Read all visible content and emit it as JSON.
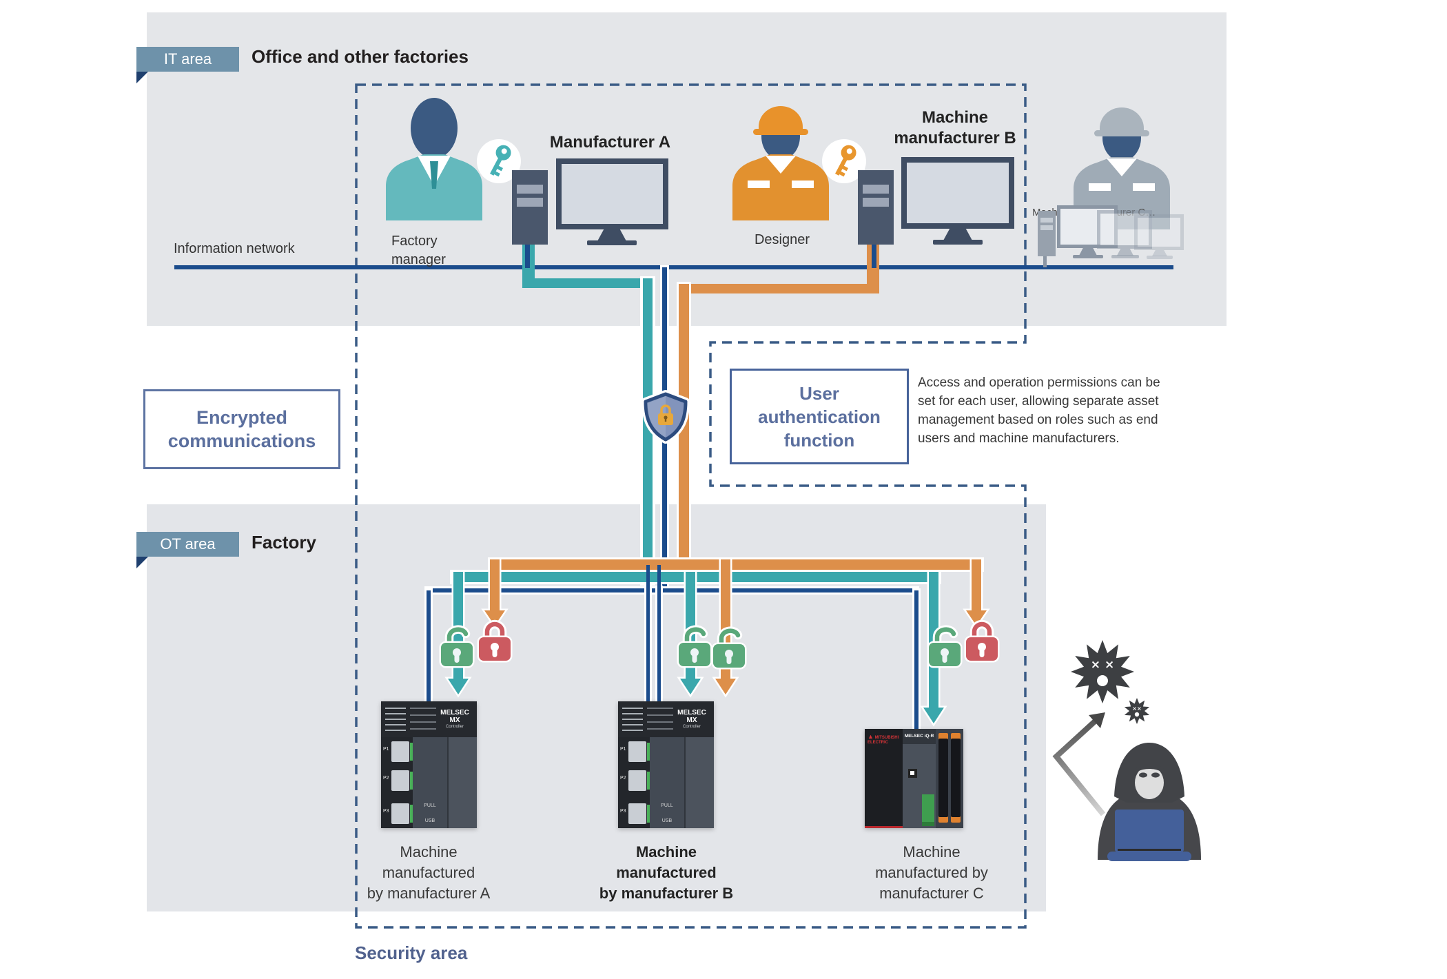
{
  "it_area": {
    "badge": "IT area",
    "title": "Office and other factories"
  },
  "ot_area": {
    "badge": "OT area",
    "title": "Factory"
  },
  "network": {
    "label": "Information network"
  },
  "security_area": {
    "label": "Security area"
  },
  "actors": {
    "factory_manager": "Factory\nmanager",
    "designer": "Designer",
    "manufacturer_a": "Manufacturer A",
    "machine_manufacturer_b": "Machine\nmanufacturer B",
    "machine_manufacturer_c": "Machine manufacturer C…"
  },
  "callouts": {
    "encrypted": "Encrypted\ncommunications",
    "user_auth_title": "User\nauthentication\nfunction",
    "user_auth_desc": "Access and operation permissions can be\nset for each user, allowing separate asset\nmanagement based on roles such as end\nusers and machine manufacturers."
  },
  "machine_labels": {
    "a": {
      "line1": "Machine manufactured",
      "line2": "by manufacturer A"
    },
    "b": {
      "line1": "Machine manufactured",
      "line2": "by manufacturer B"
    },
    "c": {
      "line1": "Machine manufactured by",
      "line2": "manufacturer C"
    }
  },
  "device_ab": {
    "brand": "MELSEC MX",
    "sub": "Controller",
    "ports": [
      "P1",
      "P2",
      "P3"
    ],
    "pull": "PULL",
    "usb": "USB"
  },
  "device_c": {
    "logo": "MITSUBISHI ELECTRIC",
    "brand": "MELSEC iQ-R"
  },
  "colors": {
    "teal_line": "#3aa7ac",
    "orange_line": "#dd8f4a",
    "navy_line": "#1b4c8c",
    "slate_text": "#5b6f9e",
    "badge_bg": "#6e92aa",
    "dash_border": "#3a5b86",
    "green_lock": "#5aa87a",
    "red_lock": "#cc5a60",
    "shield_gold": "#e7a83c",
    "it_bg": "#e4e6e9",
    "ot_bg": "#e3e5e9"
  }
}
